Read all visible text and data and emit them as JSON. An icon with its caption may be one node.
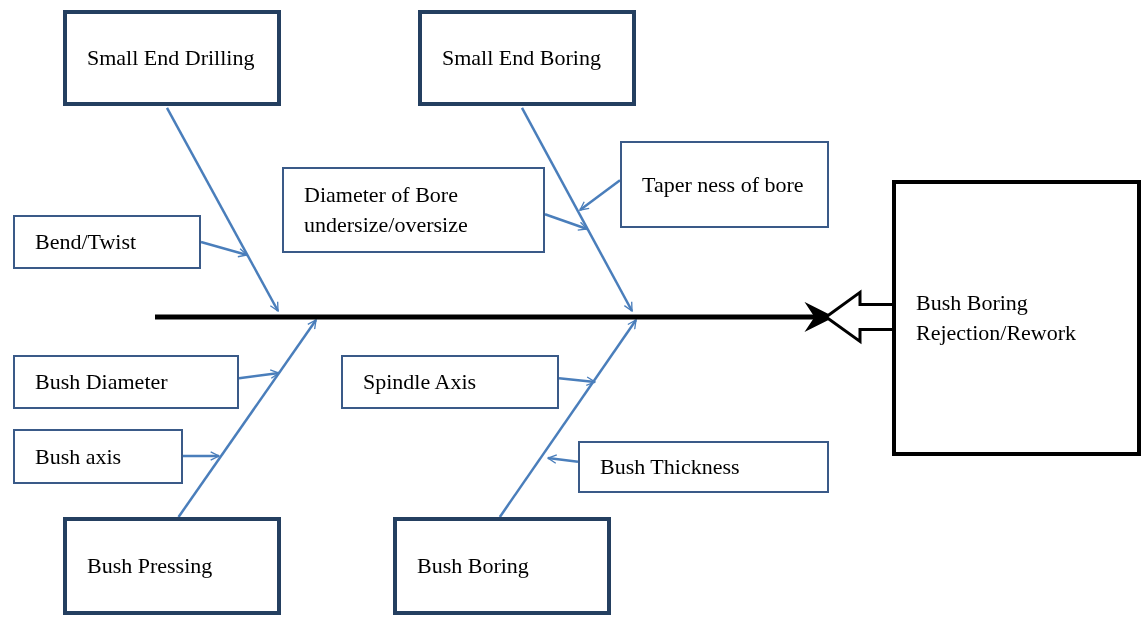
{
  "diagram": {
    "nodes": [
      {
        "text": [
          "Small End Drilling"
        ]
      },
      {
        "text": [
          "Small End Boring"
        ]
      },
      {
        "text": [
          "Taper ness of bore"
        ]
      },
      {
        "text": [
          "Diameter of Bore undersize/oversize"
        ]
      },
      {
        "text": [
          "Bend/Twist"
        ]
      },
      {
        "text": [
          "Bush Boring Rejection/Rework"
        ]
      },
      {
        "text": [
          "Bush Diameter"
        ]
      },
      {
        "text": [
          "Spindle Axis"
        ]
      },
      {
        "text": [
          "Bush axis"
        ]
      },
      {
        "text": [
          "Bush Thickness"
        ]
      },
      {
        "text": [
          "Bush Pressing"
        ]
      },
      {
        "text": [
          "Bush Boring"
        ]
      }
    ],
    "edges": [
      {
        "from": 0,
        "to": null,
        "arrow": "to"
      },
      {
        "from": 4,
        "to": null,
        "arrow": "to"
      },
      {
        "from": 1,
        "to": null,
        "arrow": "to"
      },
      {
        "from": 2,
        "to": null,
        "arrow": "to"
      },
      {
        "from": 3,
        "to": null,
        "arrow": "to"
      },
      {
        "from": 10,
        "to": null,
        "arrow": "to"
      },
      {
        "from": 6,
        "to": null,
        "arrow": "to"
      },
      {
        "from": 8,
        "to": null,
        "arrow": "to"
      },
      {
        "from": 11,
        "to": null,
        "arrow": "to"
      },
      {
        "from": 7,
        "to": null,
        "arrow": "to"
      },
      {
        "from": 9,
        "to": null,
        "arrow": "to"
      },
      {
        "from": null,
        "to": 5,
        "arrow": "to",
        "style": "thick",
        "color": "#000000"
      },
      {
        "from": 5,
        "to": null,
        "arrow": "to",
        "color": "#000000"
      }
    ]
  }
}
